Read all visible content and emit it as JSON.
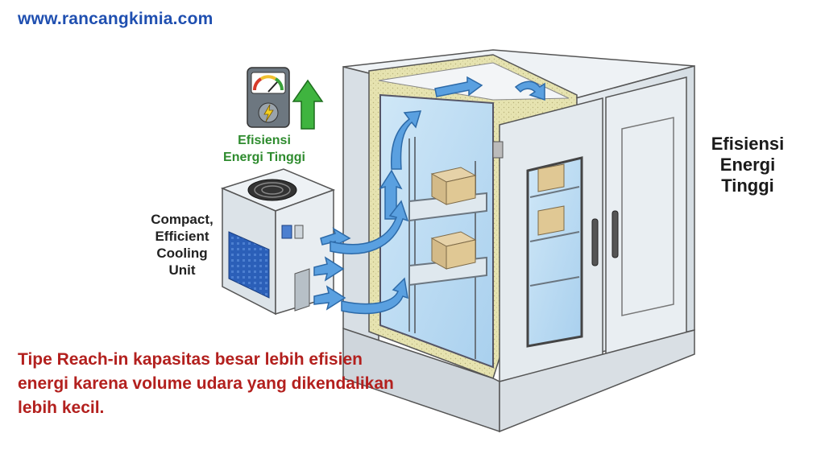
{
  "header": {
    "site_url": "www.rancangkimia.com"
  },
  "labels": {
    "gauge_caption": "Efisiensi\nEnergi Tinggi",
    "cooling_unit": "Compact,\nEfficient\nCooling\nUnit",
    "side_caption": "Efisiensi\nEnergi\nTinggi"
  },
  "caption": {
    "text": "Tipe Reach-in kapasitas besar lebih efisien energi karena volume udara yang dikendalikan lebih kecil."
  },
  "colors": {
    "url_blue": "#1f4fb0",
    "caption_red": "#b3201e",
    "efficiency_green": "#2e8b2e",
    "airflow_blue": "#5aa0e0",
    "insulation": "#e6e3b0"
  },
  "icons": [
    "energy-gauge-icon",
    "up-arrow-icon",
    "fan-icon",
    "airflow-arrow-icon",
    "cardboard-box-icon",
    "door-handle-icon"
  ]
}
